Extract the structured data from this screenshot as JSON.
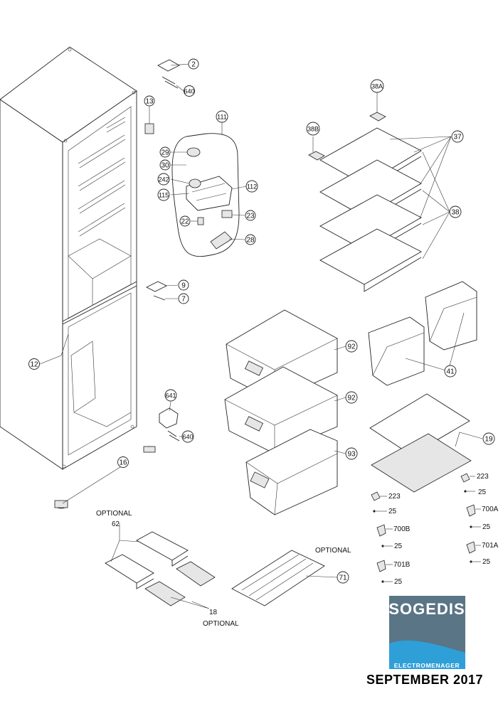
{
  "callouts": [
    "2",
    "640",
    "13",
    "111",
    "29",
    "30",
    "242",
    "112",
    "115",
    "23",
    "22",
    "28",
    "9",
    "7",
    "12",
    "641",
    "640",
    "16",
    "38A",
    "38B",
    "37",
    "38",
    "92",
    "92",
    "93",
    "41",
    "19"
  ],
  "parts_list_labels": [
    "223",
    "25",
    "700A",
    "25",
    "223",
    "25",
    "700B",
    "25",
    "701A",
    "25",
    "701B",
    "25"
  ],
  "optional_labels": {
    "top": "OPTIONAL",
    "shelf": "OPTIONAL",
    "bottom": "OPTIONAL"
  },
  "accessory_numbers": {
    "tray": "62",
    "egg": "18",
    "rack": "71"
  },
  "logo": {
    "name": "SOGEDIS",
    "sub": "ELECTROMENAGER",
    "color": "#5a7585",
    "accent": "#2f9fd8"
  },
  "date": "SEPTEMBER 2017"
}
